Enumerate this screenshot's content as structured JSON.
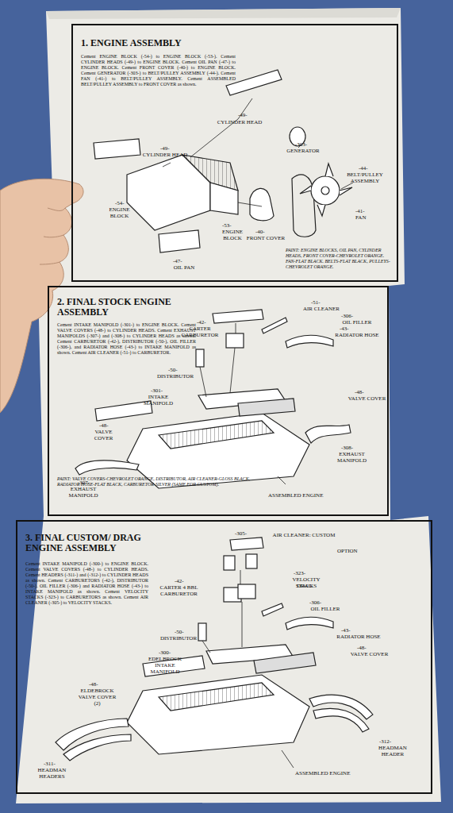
{
  "diagram": {
    "nodes": [
      {
        "text": [
          "1. ENGINE ASSEMBLY",
          "Cement ENGINE BLOCK (-54-) to ENGINE BLOCK (-53-). Cement CYLINDER HEADS (-49-) to ENGINE BLOCK. Cement OIL PAN (-47-) to ENGINE BLOCK. Cement FRONT COVER (-40-) to ENGINE BLOCK. Cement GENERATOR (-303-) to BELT/PULLEY ASSEMBLY (-44-). Cement FAN (-41-) to BELT/PULLEY ASSEMBLY. Cement ASSEMBLED BELT/PULLEY ASSEMBLY to FRONT COVER as shown.",
          "PAINT: ENGINE BLOCKS, OIL PAN, CYLINDER HEADS, FRONT COVER-CHEVROLET ORANGE. FAN-FLAT BLACK. BELTS-FLAT BLACK, PULLEYS-CHEVROLET ORANGE."
        ]
      },
      {
        "text": [
          "2. FINAL STOCK ENGINE ASSEMBLY",
          "Cement INTAKE MANIFOLD (-301-) to ENGINE BLOCK. Cement VALVE COVERS (-48-) to CYLINDER HEADS. Cement EXHAUST MANIFOLDS (-307-) and (-308-) to CYLINDER HEADS as shown. Cement CARBURETOR (-42-), DISTRIBUTOR (-50-), OIL FILLER (-306-), and RADIATOR HOSE (-43-) to INTAKE MANIFOLD as shown. Cement AIR CLEANER (-51-) to CARBURETOR.",
          "PAINT: VALVE COVERS-CHEVROLET ORANGE, DISTRIBUTOR, AIR CLEANER-GLOSS BLACK, RADIATOR HOSE-FLAT BLACK, CARBURETOR-SILVER (SAME FOR CUSTOM)."
        ]
      },
      {
        "text": [
          "3. FINAL CUSTOM/ DRAG ENGINE ASSEMBLY",
          "Cement INTAKE MANIFOLD (-300-) to ENGINE BLOCK. Cement VALVE COVERS (-48-) to CYLINDER HEADS. Cement HEADERS (-311-) and (-312-) to CYLINDER HEADS as shown. Cement CARBURETORS (-42-), DISTRIBUTOR (-50-), OIL FILLER (-306-) and RADIATOR HOSE (-43-) to INTAKE MANIFOLD as shown. Cement VELOCITY STACKS (-323-) to CARBURETORS as shown. Cement AIR CLEANER (-305-) to VELOCITY STACKS."
        ]
      }
    ],
    "labels": [
      "-49-",
      "CYLINDER HEAD",
      "-303-",
      "GENERATOR",
      "-44-",
      "BELT/PULLEY ASSEMBLY",
      "-49-",
      "CYLINDER HEAD",
      "-54-",
      "ENGINE BLOCK",
      "-53-",
      "ENGINE BLOCK",
      "-40-",
      "FRONT COVER",
      "-41-",
      "FAN",
      "-47-",
      "OIL PAN",
      "-51-",
      "AIR CLEANER",
      "-42-",
      "CARTER CARBURETOR",
      "-306-",
      "OIL FILLER",
      "-50-",
      "DISTRIBUTOR",
      "-43-",
      "RADIATOR HOSE",
      "-301-",
      "INTAKE MANIFOLD",
      "-48-",
      "VALVE COVER",
      "-48-",
      "VALVE COVER",
      "-307-",
      "EXHAUST MANIFOLD",
      "-308-",
      "EXHAUST MANIFOLD",
      "ASSEMBLED ENGINE",
      "-305-",
      "AIR CLEANER: CUSTOM",
      "OPTION",
      "-323-",
      "VELOCITY STACKS",
      "DRAG",
      "-42-",
      "CARTER 4 BBL CARBURETOR",
      "-306-",
      "OIL FILLER",
      "-50-",
      "DISTRIBUTOR",
      "-43-",
      "RADIATOR HOSE",
      "-300-",
      "EDELBROCK INTAKE MANIFOLD",
      "-48-",
      "VALVE COVER",
      "-48-",
      "ELDEBROCK VALVE COVER (2)",
      "-311-",
      "HEADMAN HEADERS",
      "-312-",
      "HEADMAN HEADER",
      "ASSEMBLED ENGINE"
    ]
  }
}
